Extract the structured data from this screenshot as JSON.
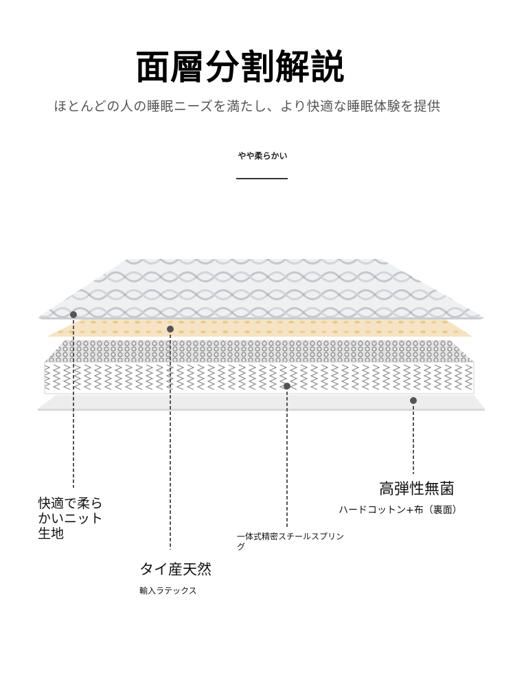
{
  "header": {
    "title": "面層分割解説",
    "subtitle": "ほとんどの人の睡眠ニーズを満たし、より快適な睡眠体験を提供"
  },
  "tab": {
    "label": "やや柔らかい"
  },
  "layers": {
    "knit": {
      "title": "快適で柔らかいニット生地"
    },
    "latex": {
      "title": "タイ産天然",
      "subtitle": "輸入ラテックス"
    },
    "spring": {
      "title": "一体式精密スチールスプリング"
    },
    "cotton": {
      "title": "高弾性無菌",
      "subtitle": "ハードコットン+布（裏面）"
    }
  },
  "colors": {
    "latex": "#f6e3c3",
    "latex_dot": "#e9c98f",
    "knit": "#eef0f2",
    "pointer": "#555555"
  }
}
